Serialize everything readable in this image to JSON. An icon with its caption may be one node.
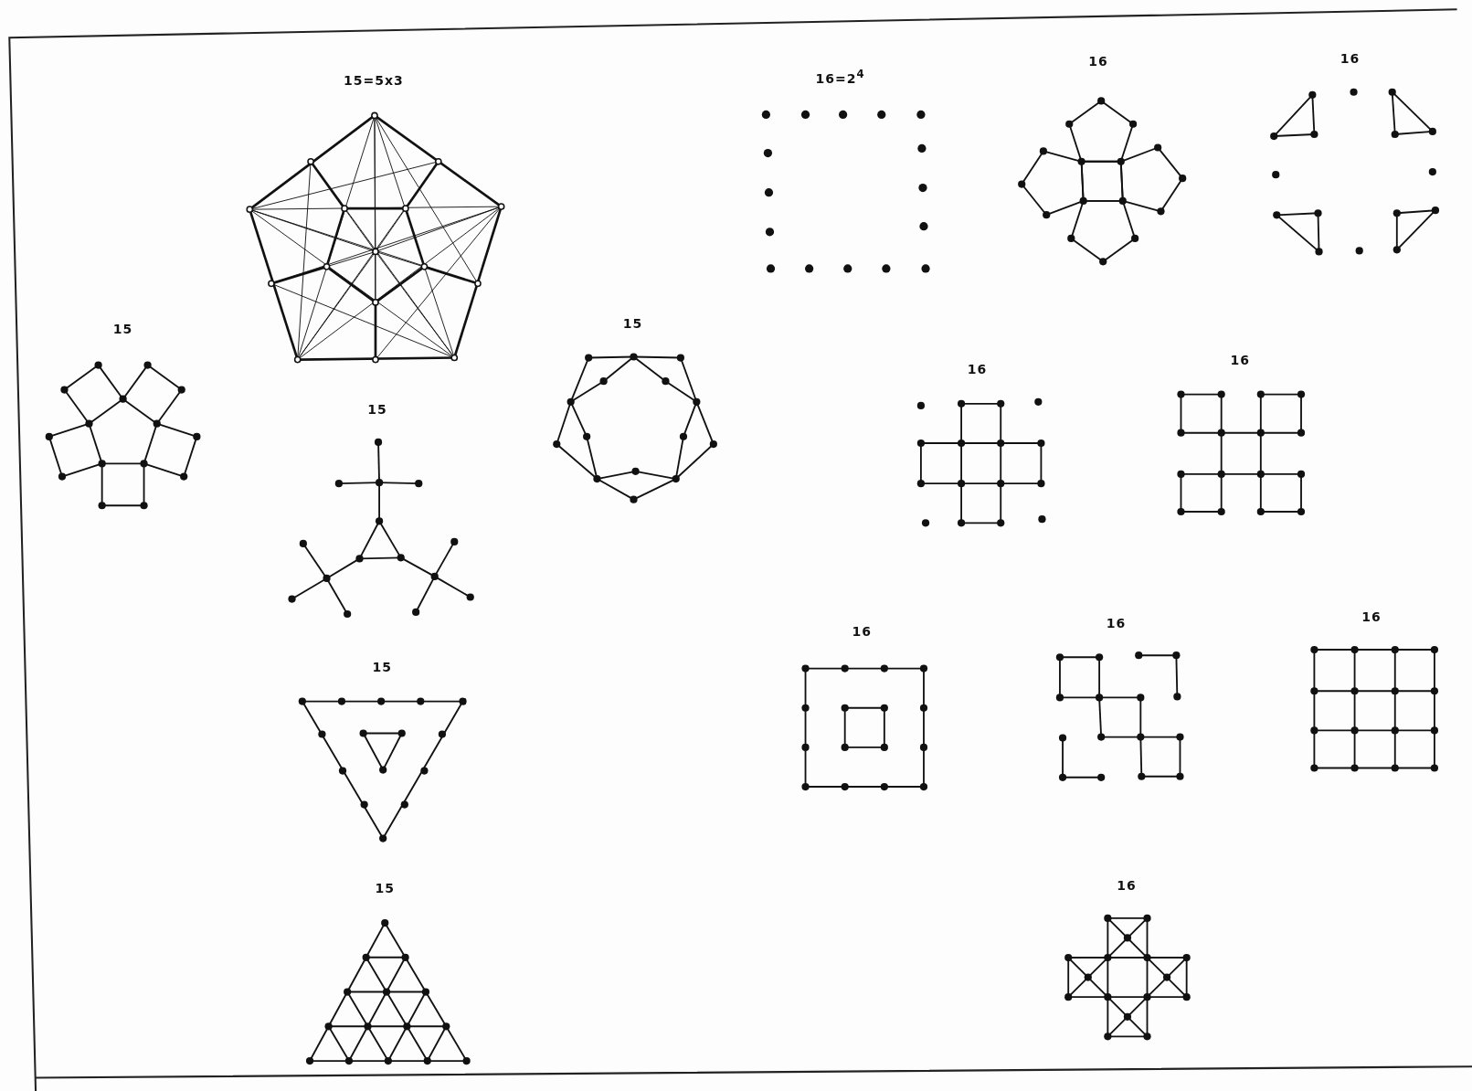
{
  "diagram": {
    "labels": [
      "15=5x3",
      "16=2$^{4}$",
      "16",
      "16",
      "15",
      "15",
      "16",
      "16",
      "15",
      "16",
      "16",
      "16",
      "15",
      "15",
      "16"
    ]
  }
}
